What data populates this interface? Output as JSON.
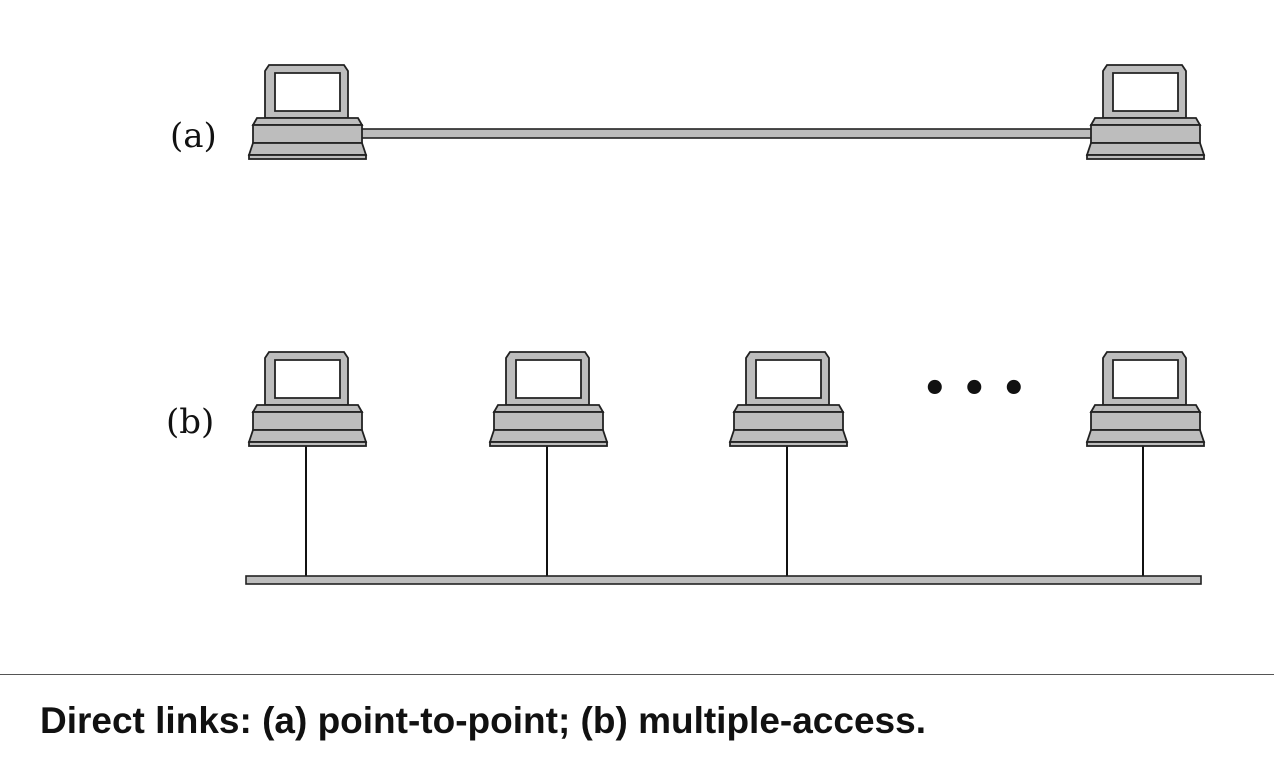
{
  "panels": {
    "a": {
      "label": "(a)"
    },
    "b": {
      "label": "(b)",
      "ellipsis": "• • •"
    }
  },
  "caption": "Direct links: (a) point-to-point; (b) multiple-access.",
  "colors": {
    "computer_fill": "#bdbdbd",
    "computer_stroke": "#222222",
    "screen_fill": "#ffffff",
    "link_fill": "#bdbdbd",
    "wire": "#111111"
  },
  "icons": [
    "computer-icon"
  ]
}
